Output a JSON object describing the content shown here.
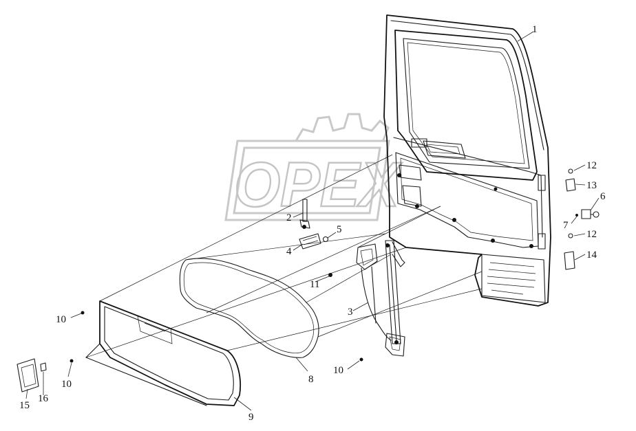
{
  "watermark": {
    "text": "OPEX"
  },
  "callouts": [
    {
      "id": "1",
      "label": "1"
    },
    {
      "id": "2",
      "label": "2"
    },
    {
      "id": "3",
      "label": "3"
    },
    {
      "id": "4",
      "label": "4"
    },
    {
      "id": "5",
      "label": "5"
    },
    {
      "id": "6",
      "label": "6"
    },
    {
      "id": "7",
      "label": "7"
    },
    {
      "id": "8",
      "label": "8"
    },
    {
      "id": "9",
      "label": "9"
    },
    {
      "id": "10a",
      "label": "10"
    },
    {
      "id": "10b",
      "label": "10"
    },
    {
      "id": "10c",
      "label": "10"
    },
    {
      "id": "11",
      "label": "11"
    },
    {
      "id": "12a",
      "label": "12"
    },
    {
      "id": "12b",
      "label": "12"
    },
    {
      "id": "13",
      "label": "13"
    },
    {
      "id": "14",
      "label": "14"
    },
    {
      "id": "15",
      "label": "15"
    },
    {
      "id": "16",
      "label": "16"
    }
  ]
}
